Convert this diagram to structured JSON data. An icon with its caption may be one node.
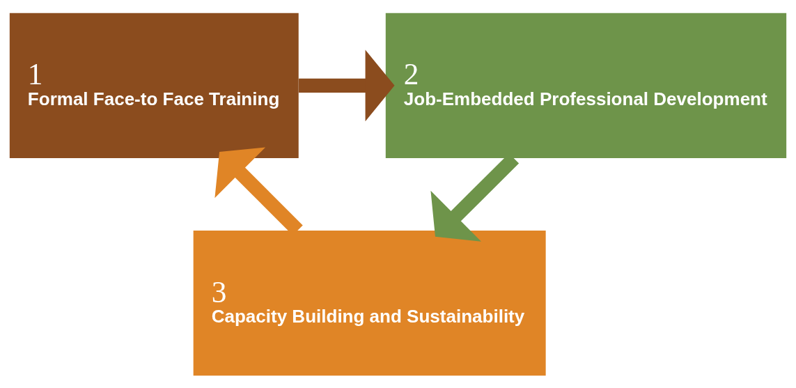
{
  "diagram": {
    "nodes": [
      {
        "text": [
          "1",
          "Formal Face-to Face Training"
        ]
      },
      {
        "text": [
          "2",
          "Job-Embedded Professional Development"
        ]
      },
      {
        "text": [
          "3",
          "Capacity Building and Sustainability"
        ]
      }
    ],
    "edges": [
      {
        "from": 0,
        "to": 1,
        "arrow": "to",
        "color": "#8b4c1e"
      },
      {
        "from": 1,
        "to": 2,
        "arrow": "to",
        "color": "#6e944a"
      },
      {
        "from": 2,
        "to": 0,
        "arrow": "to",
        "color": "#e08526"
      }
    ]
  }
}
